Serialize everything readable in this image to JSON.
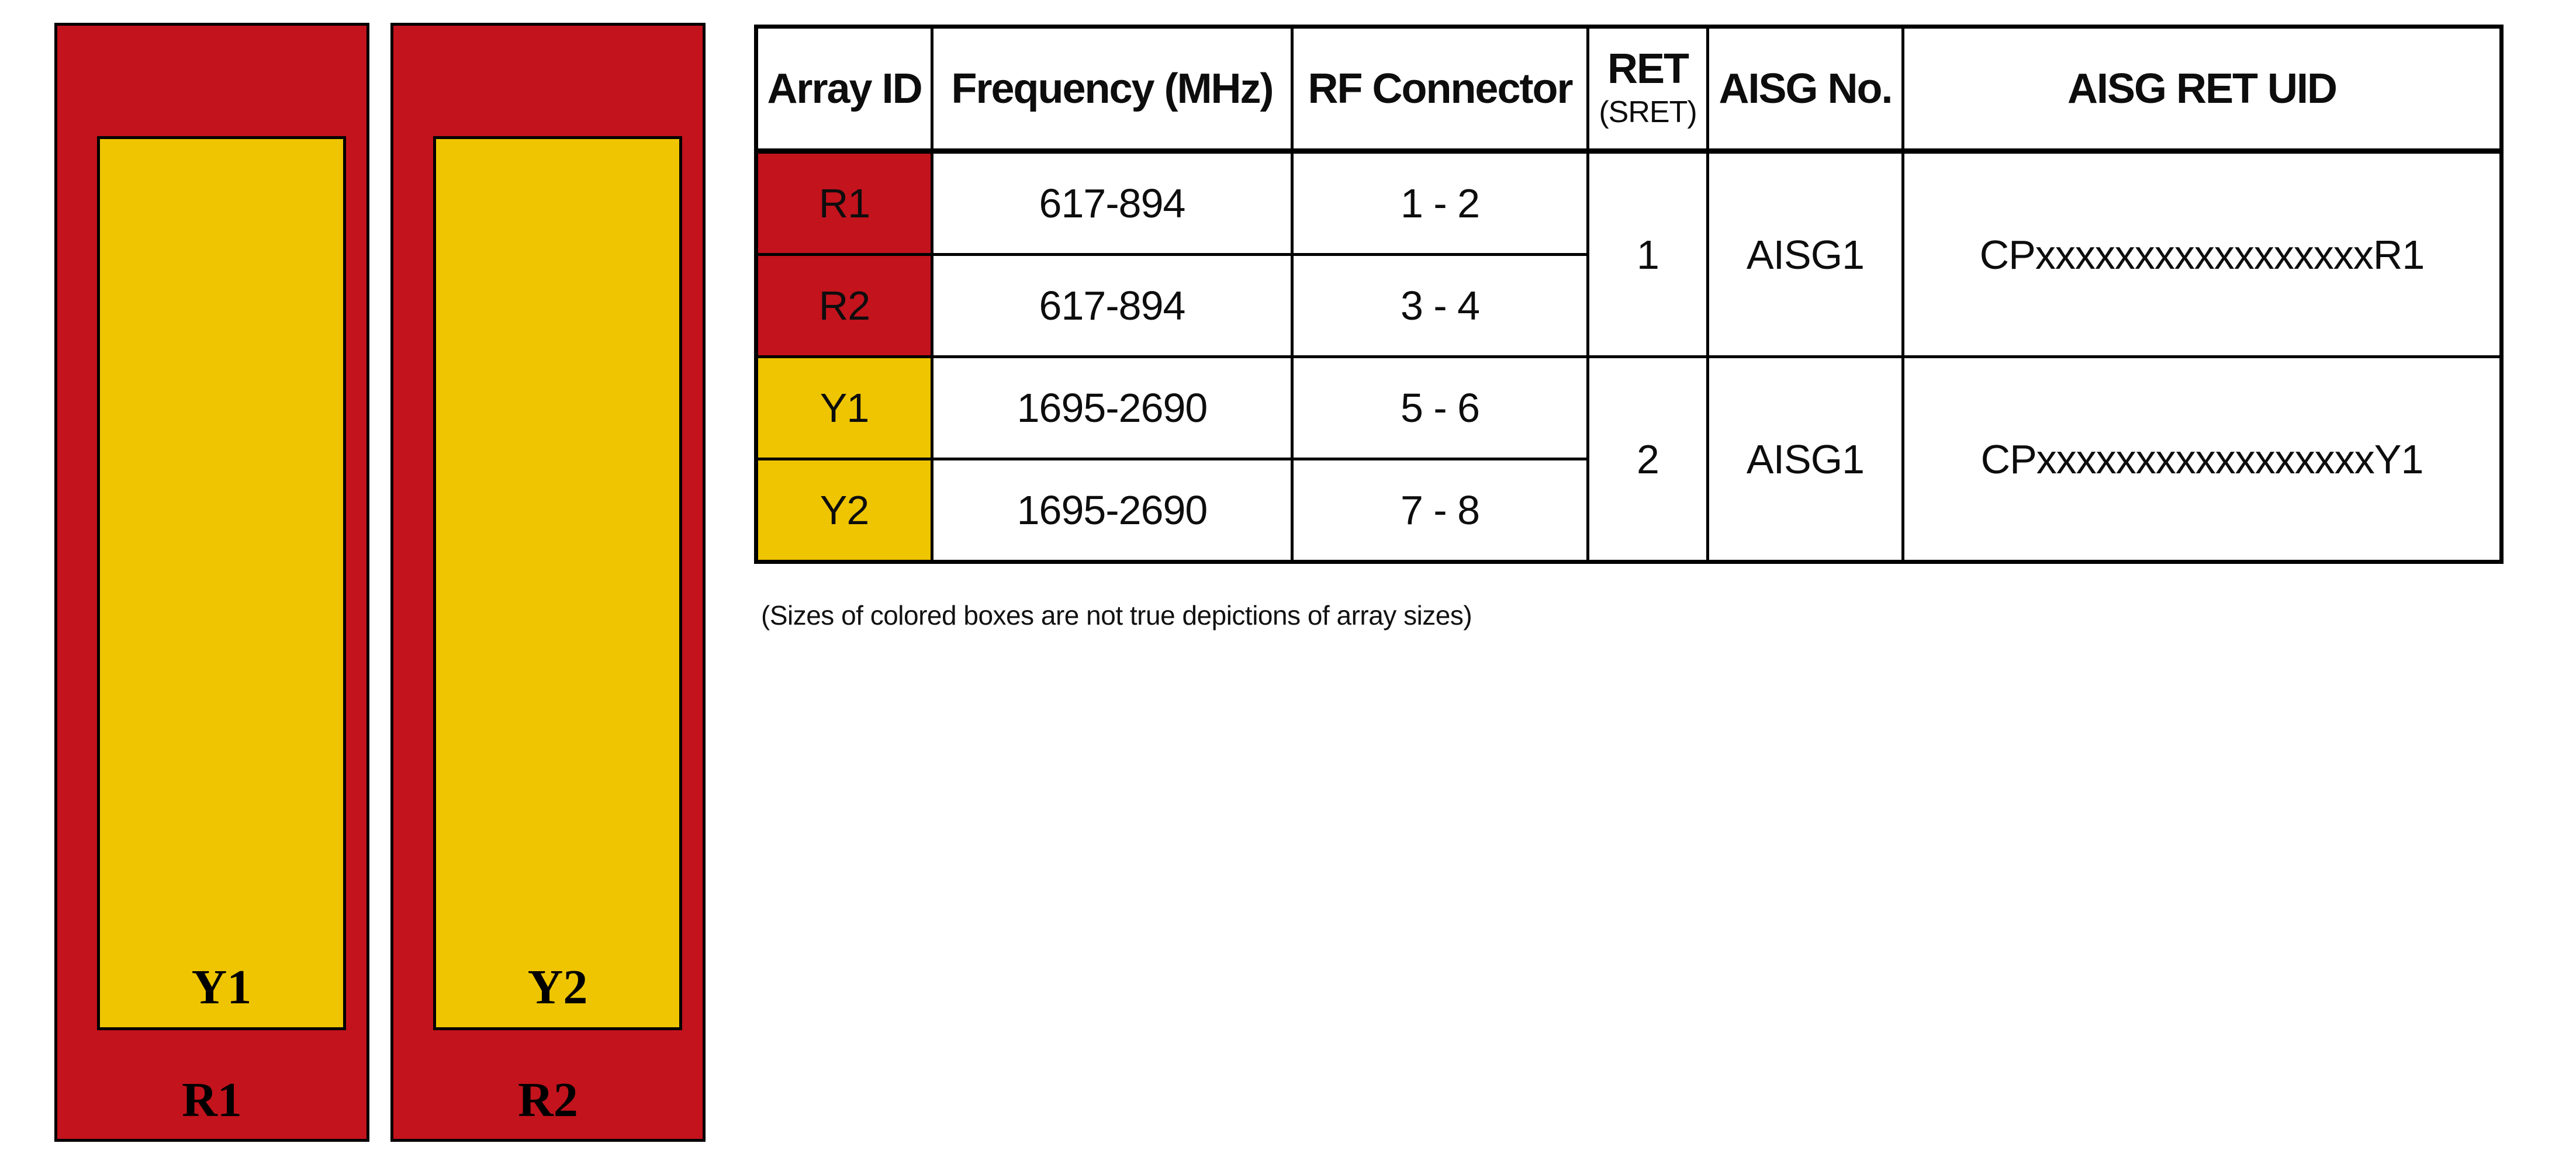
{
  "diagram": {
    "colors": {
      "red": "#C3131D",
      "yellow": "#EEC500"
    },
    "arrays": [
      {
        "inner_label": "Y1",
        "outer_label": "R1"
      },
      {
        "inner_label": "Y2",
        "outer_label": "R2"
      }
    ]
  },
  "table": {
    "headers": {
      "array_id": "Array ID",
      "frequency": "Frequency (MHz)",
      "rf_connector": "RF Connector",
      "ret": "RET",
      "ret_sub": "(SRET)",
      "aisg_no": "AISG No.",
      "aisg_ret_uid": "AISG RET UID"
    },
    "rows": [
      {
        "array_id": "R1",
        "frequency": "617-894",
        "rf_connector": "1 - 2"
      },
      {
        "array_id": "R2",
        "frequency": "617-894",
        "rf_connector": "3 - 4"
      },
      {
        "array_id": "Y1",
        "frequency": "1695-2690",
        "rf_connector": "5 - 6"
      },
      {
        "array_id": "Y2",
        "frequency": "1695-2690",
        "rf_connector": "7 - 8"
      }
    ],
    "groups": [
      {
        "ret": "1",
        "aisg_no": "AISG1",
        "aisg_ret_uid": "CPxxxxxxxxxxxxxxxxxR1"
      },
      {
        "ret": "2",
        "aisg_no": "AISG1",
        "aisg_ret_uid": "CPxxxxxxxxxxxxxxxxxY1"
      }
    ]
  },
  "footnote": "(Sizes of colored boxes are not true depictions of array sizes)"
}
